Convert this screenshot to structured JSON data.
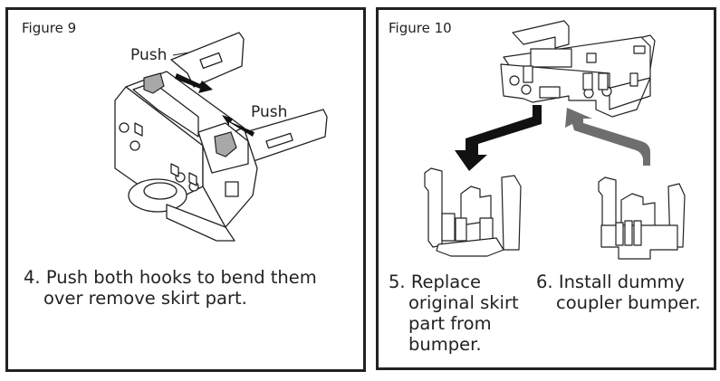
{
  "figures": [
    {
      "label": "Figure 9",
      "callouts": [
        "Push",
        "Push"
      ],
      "steps": [
        {
          "number": "4.",
          "lines": [
            "Push both hooks to bend them",
            "over remove skirt part."
          ]
        }
      ]
    },
    {
      "label": "Figure 10",
      "steps": [
        {
          "number": "5.",
          "lines": [
            "Replace",
            "original skirt",
            "part from",
            "bumper."
          ]
        },
        {
          "number": "6.",
          "lines": [
            "Install dummy",
            "coupler bumper."
          ]
        }
      ]
    }
  ],
  "colors": {
    "border": "#222222",
    "arrow_dark": "#111111",
    "arrow_gray": "#6e6e6e",
    "hook_gray": "#a8a8a8"
  }
}
